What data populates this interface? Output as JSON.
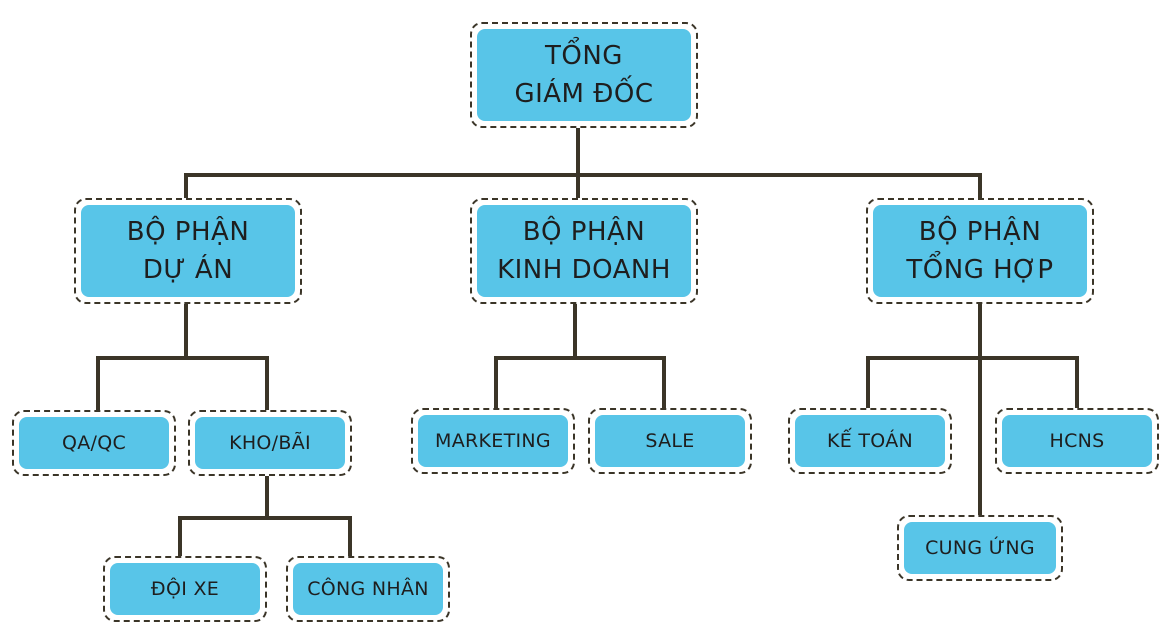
{
  "colors": {
    "box_fill": "#58c5e8",
    "connector": "#3b3528",
    "text": "#1e1e1e"
  },
  "nodes": {
    "ceo": {
      "line1": "TỔNG",
      "line2": "GIÁM ĐỐC"
    },
    "project_dept": {
      "line1": "BỘ PHẬN",
      "line2": "DỰ ÁN"
    },
    "sales_dept": {
      "line1": "BỘ PHẬN",
      "line2": "KINH DOANH"
    },
    "general_dept": {
      "line1": "BỘ PHẬN",
      "line2": "TỔNG HỢP"
    },
    "qa_qc": "QA/QC",
    "warehouse": "KHO/BÃI",
    "fleet": "ĐỘI XE",
    "workers": "CÔNG NHÂN",
    "marketing": "MARKETING",
    "sale": "SALE",
    "accounting": "KẾ TOÁN",
    "hr_admin": "HCNS",
    "supply": "CUNG ỨNG"
  }
}
